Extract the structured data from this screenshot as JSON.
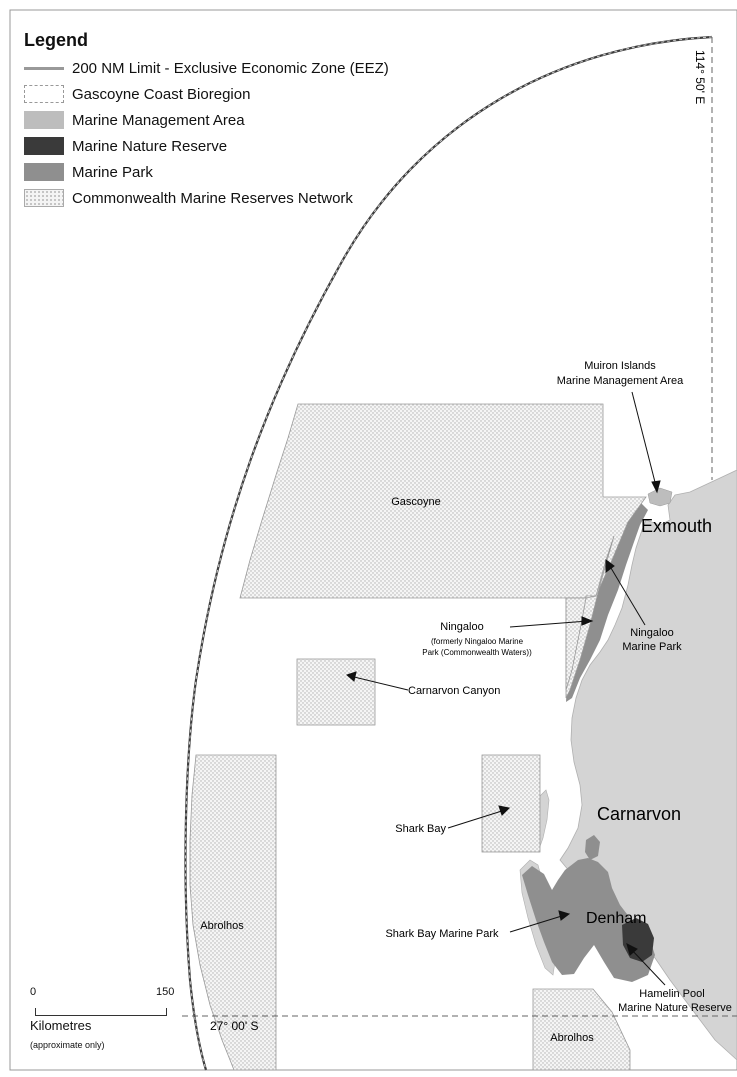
{
  "legend": {
    "title": "Legend",
    "items": [
      {
        "symbol": "grey-solid-line",
        "label": "200 NM Limit - Exclusive Economic Zone (EEZ)"
      },
      {
        "symbol": "dashed-outline-box",
        "label": "Gascoyne Coast Bioregion"
      },
      {
        "symbol": "light-grey-fill",
        "label": "Marine Management Area"
      },
      {
        "symbol": "dark-grey-fill",
        "label": "Marine Nature Reserve"
      },
      {
        "symbol": "mid-grey-fill",
        "label": "Marine Park"
      },
      {
        "symbol": "dotted-hatch-fill",
        "label": "Commonwealth Marine Reserves Network"
      }
    ]
  },
  "colors": {
    "land": "#d4d4d4",
    "marine_park": "#8f8f8f",
    "marine_management_area": "#bdbdbd",
    "marine_nature_reserve": "#3a3a3a",
    "eez_line": "#999999"
  },
  "grid_labels": {
    "longitude": "114° 50' E",
    "latitude": "27° 00' S"
  },
  "places": {
    "exmouth": "Exmouth",
    "carnarvon": "Carnarvon",
    "denham": "Denham"
  },
  "reserves": {
    "gascoyne": "Gascoyne",
    "carnarvon_canyon": "Carnarvon Canyon",
    "shark_bay": "Shark Bay",
    "abrolhos_west": "Abrolhos",
    "abrolhos_south": "Abrolhos"
  },
  "annotations": {
    "muiron_line1": "Muiron Islands",
    "muiron_line2": "Marine Management Area",
    "ningaloo_cw_title": "Ningaloo",
    "ningaloo_cw_note1": "(formerly Ningaloo Marine",
    "ningaloo_cw_note2": "Park (Commonwealth Waters))",
    "ningaloo_mp_line1": "Ningaloo",
    "ningaloo_mp_line2": "Marine Park",
    "shark_bay_mp": "Shark Bay Marine Park",
    "hamelin_line1": "Hamelin Pool",
    "hamelin_line2": "Marine Nature Reserve"
  },
  "scale_bar": {
    "start": "0",
    "end": "150",
    "units": "Kilometres",
    "note": "(approximate only)"
  }
}
